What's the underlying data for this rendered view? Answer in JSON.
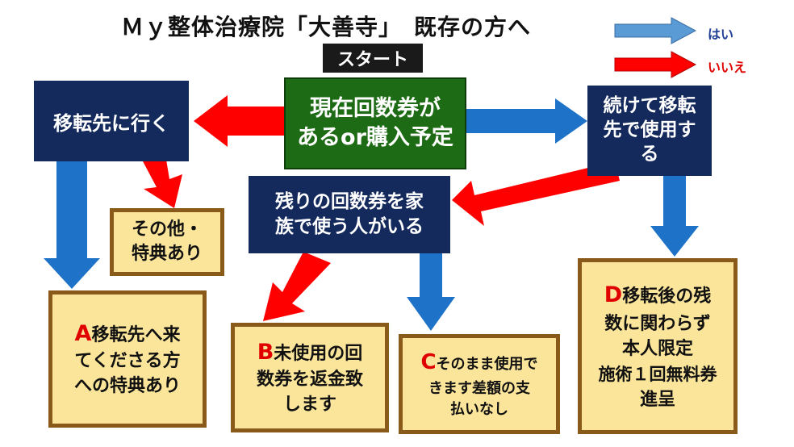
{
  "header": {
    "title": "Ｍｙ整体治療院「大善寺」　既存の方へ",
    "start_label": "スタート"
  },
  "legend": {
    "yes_label": "はい",
    "no_label": "いいえ",
    "yes_color": "#5b9bd5",
    "no_color": "#ff0000"
  },
  "nodes": {
    "start_question": {
      "line1": "現在回数券が",
      "line2": "あるor購入予定"
    },
    "move_go": {
      "text": "移転先に行く"
    },
    "continue_use": {
      "line1": "続けて移転",
      "line2": "先で使用す",
      "line3": "る"
    },
    "family_remaining": {
      "line1": "残りの回数券を家",
      "line2": "族で使う人がいる"
    },
    "other_benefit": {
      "line1": "その他・",
      "line2": "特典あり"
    },
    "result_a": {
      "letter": "A",
      "line1": "移転先へ来",
      "line2": "てくださる方",
      "line3a": "への",
      "line3b": "特典あり"
    },
    "result_b": {
      "letter": "B",
      "line1": "未使用の回",
      "line2a": "数券を",
      "line2b": "返金",
      "line2c": "致",
      "line3": "します"
    },
    "result_c": {
      "letter": "C",
      "line1": "そのまま使用で",
      "line2": "きます差額の支",
      "line3": "払いなし"
    },
    "result_d": {
      "letter": "D",
      "line1": "移転後の残",
      "line2": "数に関わらず",
      "line3": "本人限定",
      "line4": "施術１回無料券",
      "line5": "進呈"
    }
  },
  "colors": {
    "navy": "#152a5c",
    "green": "#1d6b14",
    "cream": "#fbe59a",
    "border_brown": "#8a5a1a",
    "blue_arrow": "#1e73c8",
    "red_arrow": "#ff0000"
  }
}
